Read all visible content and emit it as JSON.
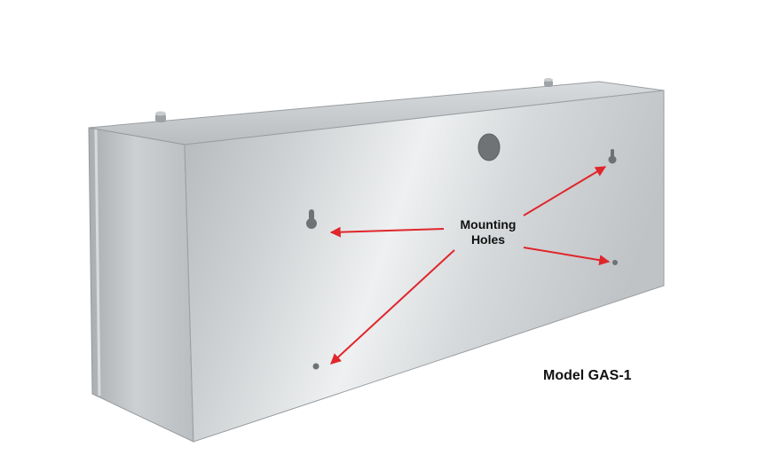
{
  "callouts": {
    "mounting_line1": "Mounting",
    "mounting_line2": "Holes",
    "model": "Model GAS-1"
  },
  "colors": {
    "arrow": "#e0262b",
    "label_text": "#111111"
  }
}
